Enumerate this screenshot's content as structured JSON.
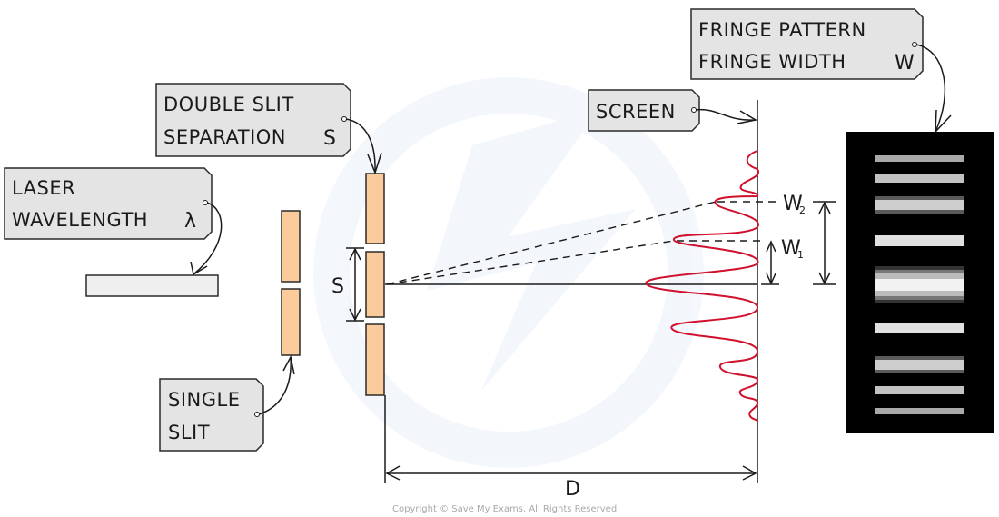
{
  "labels": {
    "laser_line1": "LASER",
    "laser_line2": "WAVELENGTH",
    "laser_symbol": "λ",
    "double_slit_line1": "DOUBLE  SLIT",
    "double_slit_line2": "SEPARATION",
    "double_slit_symbol": "S",
    "single_slit_line1": "SINGLE",
    "single_slit_line2": "SLIT",
    "screen": "SCREEN",
    "fringe_line1": "FRINGE   PATTERN",
    "fringe_line2": "FRINGE  WIDTH",
    "fringe_symbol": "W"
  },
  "dimensions": {
    "slit_separation": "S",
    "distance": "D",
    "w1": "W",
    "w1_sub": "1",
    "w2": "W",
    "w2_sub": "2"
  },
  "colors": {
    "slit": "#fccb9c",
    "intensity_curve": "#d0102c",
    "tag": "#e4e4e4",
    "fringe_background": "#000000"
  },
  "copyright": "Copyright © Save My Exams. All Rights Reserved"
}
